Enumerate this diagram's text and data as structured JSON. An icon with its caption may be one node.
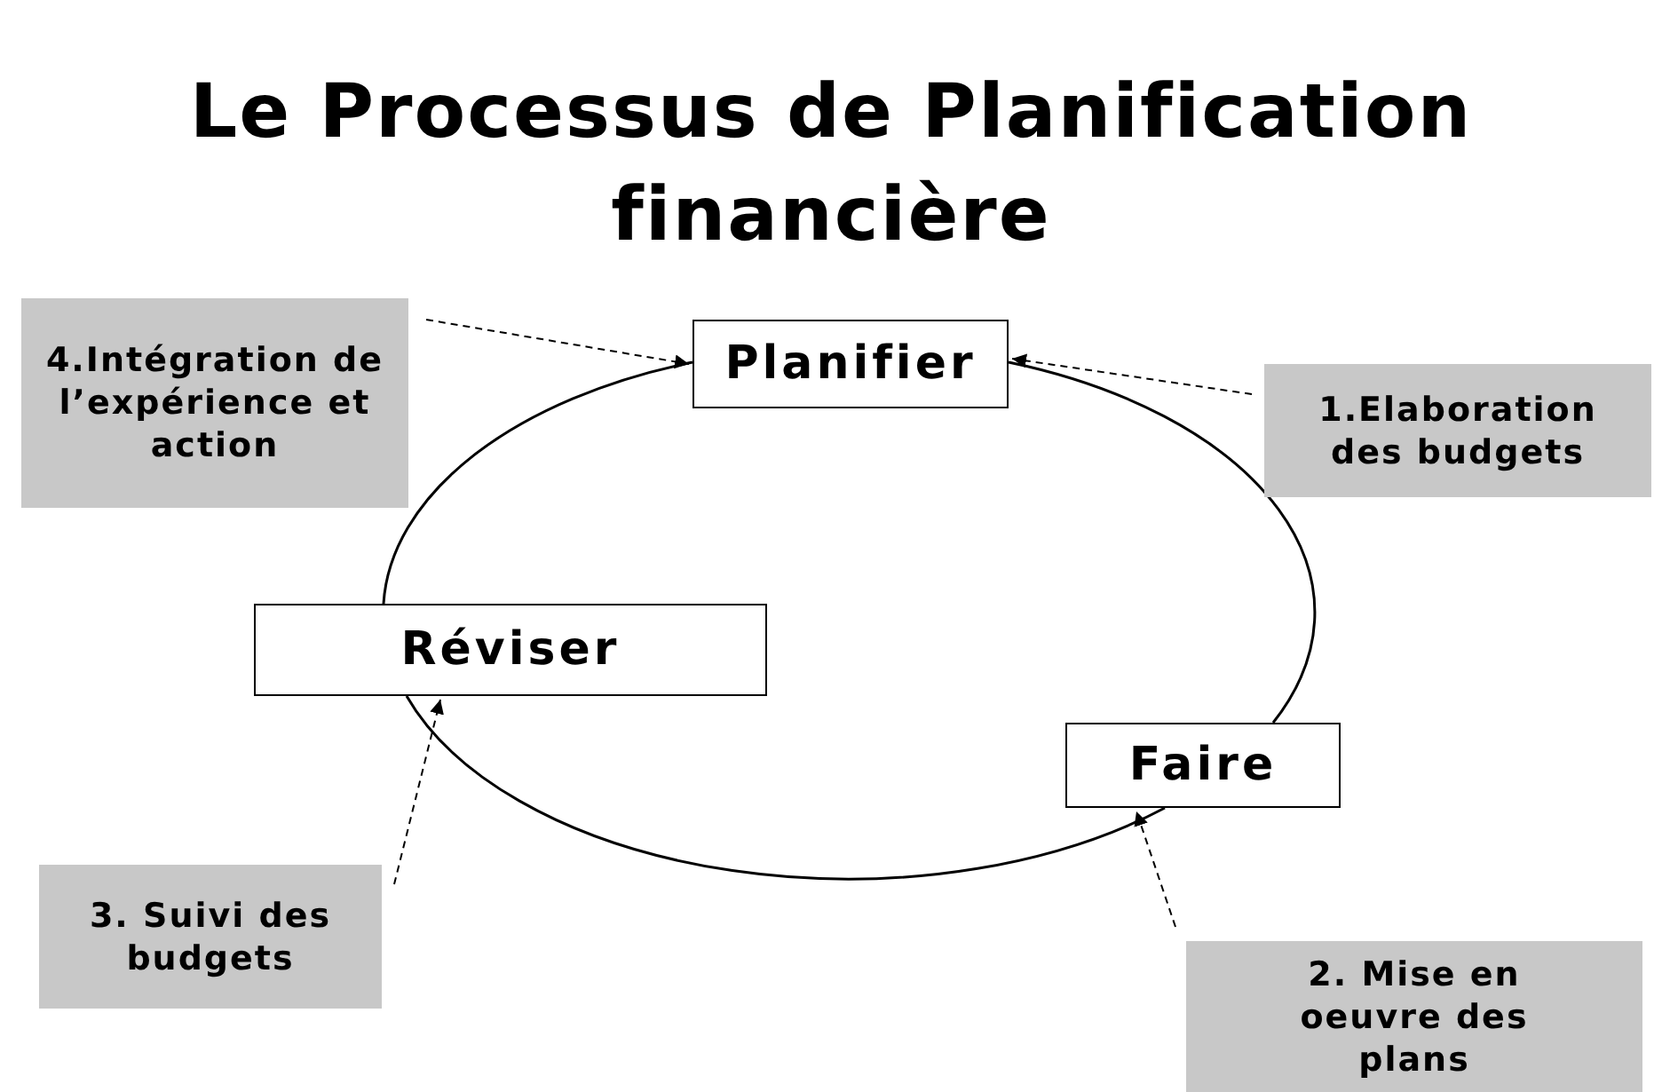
{
  "diagram": {
    "title": "Le Processus de Planification financière",
    "nodes": [
      {
        "text": [
          "4.Intégration de l’expérience et action"
        ]
      },
      {
        "text": [
          "Planifier"
        ]
      },
      {
        "text": [
          "1.Elaboration des budgets"
        ]
      },
      {
        "text": [
          "Réviser"
        ]
      },
      {
        "text": [
          "Faire"
        ]
      },
      {
        "text": [
          "3. Suivi des budgets"
        ]
      },
      {
        "text": [
          "2. Mise en oeuvre des plans"
        ]
      }
    ],
    "edges": [
      {
        "from": 0,
        "to": 1,
        "arrow": "to",
        "style": "dashed"
      },
      {
        "from": 2,
        "to": 1,
        "arrow": "to",
        "style": "dashed"
      },
      {
        "from": 1,
        "to": 4,
        "arrow": "none"
      },
      {
        "from": 4,
        "to": 3,
        "arrow": "none"
      },
      {
        "from": 3,
        "to": 1,
        "arrow": "none"
      },
      {
        "from": 5,
        "to": 3,
        "arrow": "to",
        "style": "dashed"
      },
      {
        "from": 6,
        "to": 4,
        "arrow": "to",
        "style": "dashed"
      }
    ]
  }
}
